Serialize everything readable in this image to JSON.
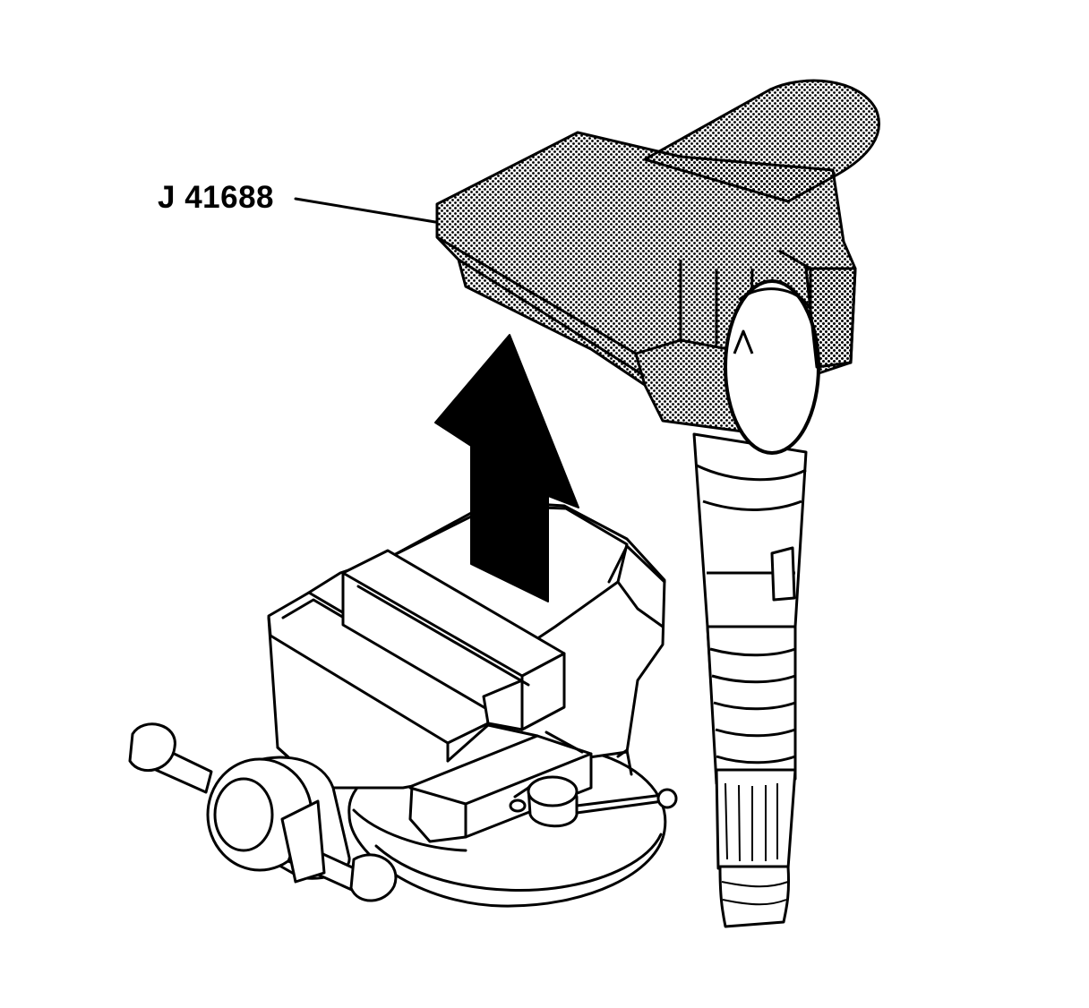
{
  "diagram": {
    "callout": {
      "tool_label": "J 41688"
    },
    "parts": [
      "bench-vise",
      "ignition-coil",
      "coil-removal-tool",
      "direction-arrow"
    ],
    "colors": {
      "line": "#000000",
      "background": "#ffffff",
      "tool_fill": "dot-screen"
    }
  }
}
